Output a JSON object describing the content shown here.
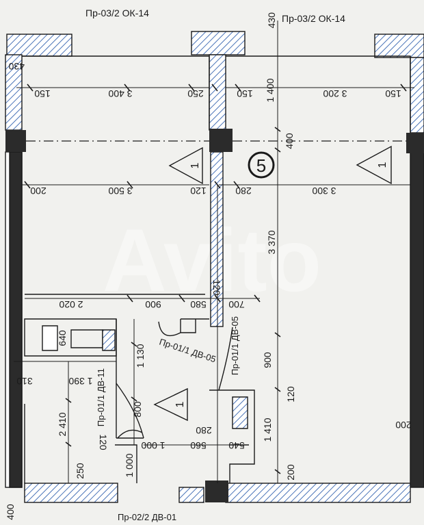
{
  "watermark": "Avito",
  "window_labels": [
    "Пр-03/2 ОК-14",
    "Пр-03/2 ОК-14"
  ],
  "door_labels": [
    "Пр-01/1 ДВ-05",
    "Пр-01/1 ДВ-05",
    "Пр-01/1 ДВ-11",
    "Пр-02/2 ДВ-01"
  ],
  "room_marker": "5",
  "finish_marks": [
    "1",
    "1",
    "1"
  ],
  "dimensions": {
    "d430_top": "430",
    "d430_left": "430",
    "d150_a": "150",
    "d3400": "3 400",
    "d250": "250",
    "d150_b": "150",
    "d3200": "3 200",
    "d150_c": "150",
    "d1400": "1 400",
    "d400_mid": "400",
    "d200_a": "200",
    "d3500": "3 500",
    "d120_a": "120",
    "d280_a": "280",
    "d3300": "3 300",
    "d3370": "3 370",
    "d120_b": "120",
    "d2020": "2 020",
    "d900_a": "900",
    "d580": "580",
    "d700": "700",
    "d640": "640",
    "d1130": "1 130",
    "d310": "310",
    "d1390": "1 390",
    "d900_b": "900",
    "d120_c": "120",
    "d2410": "2 410",
    "d800": "800",
    "d280_b": "280",
    "d1410": "1 410",
    "d200_b": "200",
    "d120_d": "120",
    "d1000_a": "1 000",
    "d560": "560",
    "d540": "540",
    "d1000_b": "1 000",
    "d250_b": "250",
    "d200_c": "200",
    "d400_bottom": "400"
  },
  "colors": {
    "paper": "#f1f1ee",
    "wall_fill": "#ffffff",
    "wall_hatch": "#4a74b8",
    "column": "#2b2b2b",
    "line": "#1a1a1a"
  }
}
